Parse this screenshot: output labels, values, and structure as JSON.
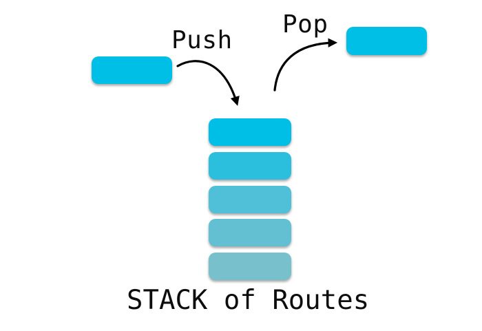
{
  "diagram": {
    "push_label": "Push",
    "pop_label": "Pop",
    "caption": "STACK of Routes",
    "text_color": "#0d0d0d",
    "arrow_color": "#000000",
    "incoming_route_color": "#00bfe7",
    "popped_route_color": "#00bfe7",
    "stack": {
      "items": [
        {
          "position": "top",
          "color": "#00bfe7"
        },
        {
          "position": "second",
          "color": "#2bbedd"
        },
        {
          "position": "third",
          "color": "#4fc0d7"
        },
        {
          "position": "fourth",
          "color": "#63c0d2"
        },
        {
          "position": "bottom",
          "color": "#77c0cc"
        }
      ]
    }
  }
}
